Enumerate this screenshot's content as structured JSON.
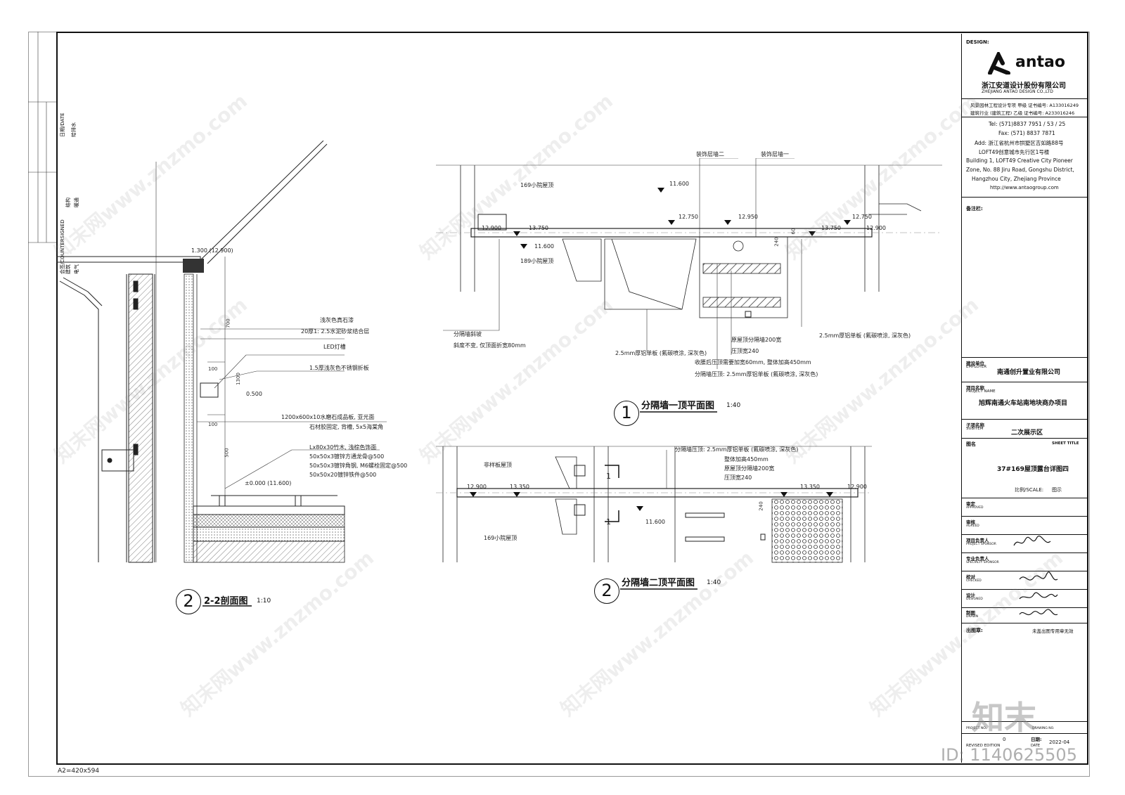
{
  "revision_strip": {
    "date": "日期/DATE",
    "water": "给排水",
    "countersigned": "会签/COUNTERSIGNED",
    "structure": "结构",
    "hvac": "暖通",
    "arch": "建筑",
    "elec": "电气"
  },
  "sheet_size": "A2=420x594",
  "section_22": {
    "number": "2",
    "title": "2-2剖面图",
    "scale": "1:10",
    "annotations": {
      "top_elev": "1.300 (12.900)",
      "a1": "浅灰色真石漆",
      "a2": "20厚1: 2.5水泥砂浆结合层",
      "a3": "LED灯槽",
      "a4": "1.5厚浅灰色不锈钢折板",
      "a5": "1200x600x10水磨石成品板, 亚光面",
      "a6": "石材胶固定, 背槽, 5x5海棠角",
      "a7": "Lx80x30竹木, 浅棕色饰面",
      "a8": "50x50x3镀锌方通龙骨@500",
      "a9": "50x50x3镀锌角钢, M6螺栓固定@500",
      "a10": "50x50x20镀锌铁件@500",
      "elev_0500": "0.500",
      "elev_0": "±0.000 (11.600)",
      "d700": "700",
      "d1300": "1300",
      "d100a": "100",
      "d100b": "100",
      "d500": "500"
    }
  },
  "plan_1": {
    "number": "1",
    "title": "分隔墙一顶平面图",
    "scale": "1:40",
    "labels": {
      "decor2": "装饰层墙二",
      "decor1": "装饰层墙一",
      "roof169": "169小院屋顶",
      "roof189": "189小院屋顶",
      "e11600a": "11.600",
      "e11600b": "11.600",
      "e12750a": "12.750",
      "e12950": "12.950",
      "e12750b": "12.750",
      "e12900a": "12.900",
      "e13750a": "13.750",
      "e13750b": "13.750",
      "e12900b": "12.900",
      "d240": "240",
      "d60": "60",
      "wall_slope": "分隔墙斜坡",
      "slope_note": "斜度不变, 仅顶面折宽80mm",
      "plate1": "2.5mm厚铝单板 (氟碳喷涂, 深灰色)",
      "plate2": "2.5mm厚铝单板 (氟碳喷涂, 深灰色)",
      "width200": "原屋顶分隔墙200宽",
      "cap240": "压顶宽240",
      "raise60": "收腰后压顶需要加宽60mm, 整体加高450mm",
      "cap_wall": "分隔墙压顶: 2.5mm厚铝单板 (氟碳喷涂, 深灰色)"
    }
  },
  "plan_2": {
    "number": "2",
    "title": "分隔墙二顶平面图",
    "scale": "1:40",
    "labels": {
      "roof_other": "非样板屋顶",
      "roof169": "169小院屋顶",
      "e12900a": "12.900",
      "e13350a": "13.350",
      "e13350b": "13.350",
      "e12900b": "12.900",
      "e11600": "11.600",
      "d240": "240",
      "sec_mark_a": "1",
      "sec_mark_b": "1",
      "cap_wall": "分隔墙压顶: 2.5mm厚铝单板 (氟碳喷涂, 深灰色)",
      "raise": "整体加高450mm",
      "width200": "原屋顶分隔墙200宽",
      "cap240": "压顶宽240"
    }
  },
  "title_block": {
    "design_label": "DESIGN:",
    "brand": "antao",
    "company_cn": "浙江安道设计股份有限公司",
    "company_en": "ZHEJIANG ANTAO DESIGN CO.,LTD",
    "cert1": "风景园林工程设计专项  甲级  证书编号: A133016249",
    "cert2": "建筑行业 (建筑工程) 乙级  证书编号: A233016246",
    "tel": "Tel: (571)8837 7951 / 53 / 25",
    "fax": "Fax: (571) 8837 7871",
    "addr_cn1": "Add: 浙江省杭州市拱墅区吉如路88号",
    "addr_cn2": "LOFT49创意城市先行区1号楼",
    "addr_en1": "Building 1, LOFT49 Creative City Pioneer",
    "addr_en2": "Zone, No. 88 Jiru Road, Gongshu District,",
    "addr_en3": "Hangzhou City, Zhejiang Province",
    "url": "http://www.antaogroup.com",
    "remarks": "备注栏:",
    "employer_label": "建设单位",
    "employer_en": "EMPLOYER",
    "employer": "南通创升置业有限公司",
    "project_label": "项目名称",
    "project_en": "PROJECT NAME",
    "project": "旭辉南通火车站南地块商办项目",
    "subitem_label": "子项名称",
    "subitem_en": "SUBITEM",
    "subitem": "二次展示区",
    "sheet_label": "图名",
    "sheet_en": "SHEET TITLE",
    "sheet_title": "37#169屋顶露台详图四",
    "scale_label": "比例/SCALE:",
    "scale_value": "图示",
    "approved": "审定",
    "approved_en": "APPROVED",
    "agreed": "审核",
    "agreed_en": "AGREED",
    "sponsor": "项目负责人",
    "sponsor_en": "PROJECT SPONSOR",
    "specialty": "专业负责人",
    "specialty_en": "SPECIALTY SPONSOR",
    "checked": "校对",
    "checked_en": "CHECKED",
    "designed": "设计",
    "designed_en": "DESIGNED",
    "drawn": "制图",
    "drawn_en": "DRAWN",
    "stamp_label": "出图章:",
    "stamp_note": "未盖出图专用章无效",
    "project_no_en": "PROJECT NO.",
    "drawing_no_en": "DRAWING NO.",
    "revised_en": "REVISED EDITION",
    "revised": "0",
    "date_label": "日期:",
    "date_en": "DATE",
    "date": "2022-04"
  },
  "watermark": {
    "text": "知末网www.znzmo.com",
    "logo": "知末",
    "id": "ID: 1140625505"
  }
}
